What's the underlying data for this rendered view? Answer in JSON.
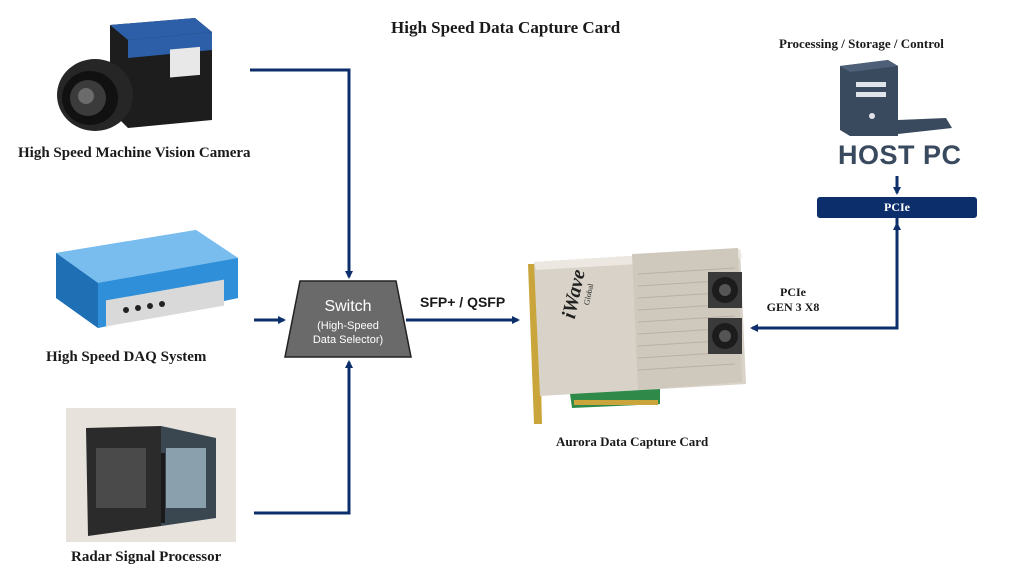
{
  "title": "High Speed Data Capture Card",
  "devices": {
    "camera": {
      "label": "High Speed Machine Vision Camera",
      "icon": "camera-icon"
    },
    "daq": {
      "label": "High Speed DAQ System",
      "icon": "daq-icon"
    },
    "radar": {
      "label": "Radar Signal Processor",
      "icon": "radar-processor-icon"
    }
  },
  "switch": {
    "title": "Switch",
    "subtitle_line1": "(High-Speed",
    "subtitle_line2": "Data Selector)"
  },
  "link_label": "SFP+ / QSFP",
  "card": {
    "label": "Aurora Data Capture Card",
    "brand": "iWave",
    "brand_sub": "Global"
  },
  "pcie_link": {
    "line1": "PCIe",
    "line2": "GEN 3 X8"
  },
  "host": {
    "caption": "Processing / Storage / Control",
    "label": "HOST PC",
    "icon": "host-pc-icon"
  },
  "pcie_bar": "PCIe",
  "colors": {
    "connector": "#0c2f6b",
    "switch_fill": "#6a6a6a",
    "host_icon": "#3a4a5e",
    "pcie_bar": "#0c2f6b",
    "daq_body": "#2f8fd8"
  }
}
